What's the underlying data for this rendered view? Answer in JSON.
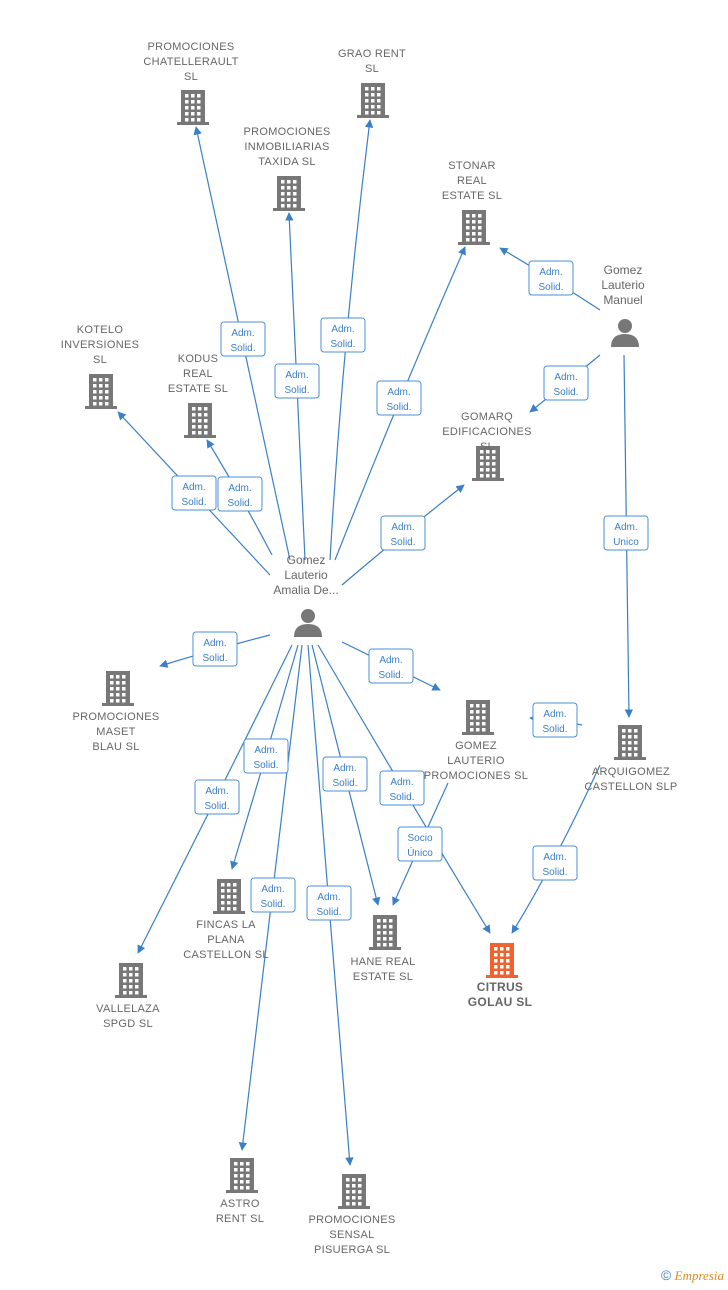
{
  "colors": {
    "edge": "#3a7fc8",
    "building": "#777777",
    "highlight": "#f0622e",
    "person": "#777777"
  },
  "nodes": [
    {
      "id": "chatellerault",
      "type": "company",
      "lines": [
        "PROMOCIONES",
        "CHATELLERAULT",
        "SL"
      ]
    },
    {
      "id": "grao",
      "type": "company",
      "lines": [
        "GRAO RENT",
        "SL"
      ]
    },
    {
      "id": "taxida",
      "type": "company",
      "lines": [
        "PROMOCIONES",
        "INMOBILIARIAS",
        "TAXIDA  SL"
      ]
    },
    {
      "id": "stonar",
      "type": "company",
      "lines": [
        "STONAR",
        "REAL",
        "ESTATE  SL"
      ]
    },
    {
      "id": "manuel",
      "type": "person",
      "lines": [
        "Gomez",
        "Lauterio",
        "Manuel"
      ]
    },
    {
      "id": "kotelo",
      "type": "company",
      "lines": [
        "KOTELO",
        "INVERSIONES",
        "SL"
      ]
    },
    {
      "id": "kodus",
      "type": "company",
      "lines": [
        "KODUS",
        "REAL",
        "ESTATE  SL"
      ]
    },
    {
      "id": "gomarq",
      "type": "company",
      "lines": [
        "GOMARQ",
        "EDIFICACIONES",
        "SL"
      ]
    },
    {
      "id": "amalia",
      "type": "person",
      "lines": [
        "Gomez",
        "Lauterio",
        "Amalia De..."
      ]
    },
    {
      "id": "maset",
      "type": "company",
      "lines": [
        "PROMOCIONES",
        "MASET",
        "BLAU  SL"
      ]
    },
    {
      "id": "glpromo",
      "type": "company",
      "lines": [
        "GOMEZ",
        "LAUTERIO",
        "PROMOCIONES SL"
      ]
    },
    {
      "id": "arquigomez",
      "type": "company",
      "lines": [
        "ARQUIGOMEZ",
        "CASTELLON SLP"
      ]
    },
    {
      "id": "fincas",
      "type": "company",
      "lines": [
        "FINCAS LA",
        "PLANA",
        "CASTELLON SL"
      ]
    },
    {
      "id": "hane",
      "type": "company",
      "lines": [
        "HANE REAL",
        "ESTATE  SL"
      ]
    },
    {
      "id": "citrus",
      "type": "company",
      "highlight": true,
      "lines": [
        "CITRUS",
        "GOLAU  SL"
      ]
    },
    {
      "id": "vallelaza",
      "type": "company",
      "lines": [
        "VALLELAZA",
        "SPGD SL"
      ]
    },
    {
      "id": "astro",
      "type": "company",
      "lines": [
        "ASTRO",
        "RENT  SL"
      ]
    },
    {
      "id": "sensal",
      "type": "company",
      "lines": [
        "PROMOCIONES",
        "SENSAL",
        "PISUERGA  SL"
      ]
    }
  ],
  "edges": [
    {
      "from": "amalia",
      "to": "chatellerault",
      "label": [
        "Adm.",
        "Solid."
      ]
    },
    {
      "from": "amalia",
      "to": "grao",
      "label": [
        "Adm.",
        "Solid."
      ]
    },
    {
      "from": "amalia",
      "to": "taxida",
      "label": [
        "Adm.",
        "Solid."
      ]
    },
    {
      "from": "amalia",
      "to": "stonar",
      "label": [
        "Adm.",
        "Solid."
      ]
    },
    {
      "from": "manuel",
      "to": "stonar",
      "label": [
        "Adm.",
        "Solid."
      ]
    },
    {
      "from": "manuel",
      "to": "gomarq",
      "label": [
        "Adm.",
        "Solid."
      ]
    },
    {
      "from": "amalia",
      "to": "kotelo",
      "label": [
        "Adm.",
        "Solid."
      ]
    },
    {
      "from": "amalia",
      "to": "kodus",
      "label": [
        "Adm.",
        "Solid."
      ]
    },
    {
      "from": "amalia",
      "to": "gomarq",
      "label": [
        "Adm.",
        "Solid."
      ]
    },
    {
      "from": "manuel",
      "to": "arquigomez",
      "label": [
        "Adm.",
        "Unico"
      ]
    },
    {
      "from": "amalia",
      "to": "maset",
      "label": [
        "Adm.",
        "Solid."
      ]
    },
    {
      "from": "amalia",
      "to": "glpromo",
      "label": [
        "Adm.",
        "Solid."
      ]
    },
    {
      "from": "arquigomez",
      "to": "glpromo",
      "label": [
        "Adm.",
        "Solid."
      ]
    },
    {
      "from": "amalia",
      "to": "fincas",
      "label": [
        "Adm.",
        "Solid."
      ]
    },
    {
      "from": "amalia",
      "to": "vallelaza",
      "label": [
        "Adm.",
        "Solid."
      ]
    },
    {
      "from": "amalia",
      "to": "hane",
      "label": [
        "Adm.",
        "Solid."
      ]
    },
    {
      "from": "amalia",
      "to": "citrus",
      "label": [
        "Adm.",
        "Solid."
      ]
    },
    {
      "from": "glpromo",
      "to": "hane",
      "label": [
        "Socio",
        "Único"
      ]
    },
    {
      "from": "arquigomez",
      "to": "citrus",
      "label": [
        "Adm.",
        "Solid."
      ]
    },
    {
      "from": "amalia",
      "to": "astro",
      "label": [
        "Adm.",
        "Solid."
      ]
    },
    {
      "from": "amalia",
      "to": "sensal",
      "label": [
        "Adm.",
        "Solid."
      ]
    }
  ],
  "footer": {
    "copyright": "©",
    "brand": "Empresia"
  }
}
